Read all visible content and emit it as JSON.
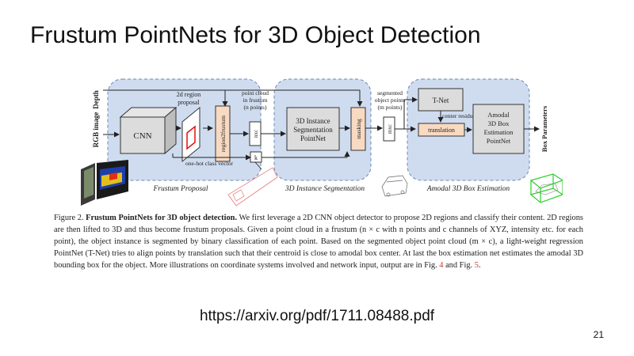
{
  "slide": {
    "title": "Frustum PointNets for 3D Object Detection",
    "url": "https://arxiv.org/pdf/1711.08488.pdf",
    "page_number": "21"
  },
  "diagram": {
    "inputs": {
      "depth": "Depth",
      "rgb": "RGB image"
    },
    "output": "Box Parameters",
    "stages": {
      "frustum_proposal": "Frustum Proposal",
      "instance_segmentation": "3D Instance Segmentation",
      "box_estimation": "Amodal 3D Box Estimation"
    },
    "blocks": {
      "cnn": "CNN",
      "region2frustum": "region2frustum",
      "nxc": "nxc",
      "k": "k",
      "seg_pointnet": [
        "3D Instance",
        "Segmentation",
        "PointNet"
      ],
      "masking": "masking",
      "mxc": "mxc",
      "tnet": "T-Net",
      "translation": "translation",
      "amodal_pointnet": [
        "Amodal",
        "3D Box",
        "Estimation",
        "PointNet"
      ]
    },
    "labels": {
      "region_proposal": [
        "2d region",
        "proposal"
      ],
      "one_hot": "one-hot class vector",
      "point_cloud": [
        "point cloud",
        "in frustum",
        "(n points)"
      ],
      "segmented": [
        "segmented",
        "object points",
        "(m points)"
      ],
      "center_residual": "center residual"
    }
  },
  "caption": {
    "figure_label": "Figure 2.",
    "figure_title": "Frustum PointNets for 3D object detection.",
    "lines": [
      "We first leverage a 2D CNN object detector to propose 2D regions and classify their content. 2D regions are then lifted to 3D and thus become frustum proposals. Given a point cloud in a frustum (n × c with n points and c channels of XYZ, intensity etc. for each point), the object instance is segmented by binary classification of each point. Based on the segmented object point cloud (m × c), a light-weight regression PointNet (T-Net) tries to align points by translation such that their centroid is close to amodal box center. At last the box estimation net estimates the amodal 3D bounding box for the object. More illustrations on coordinate systems involved and network input, output are in Fig. "
    ],
    "ref1": "4",
    "between": " and Fig. ",
    "ref2": "5",
    "end": "."
  }
}
